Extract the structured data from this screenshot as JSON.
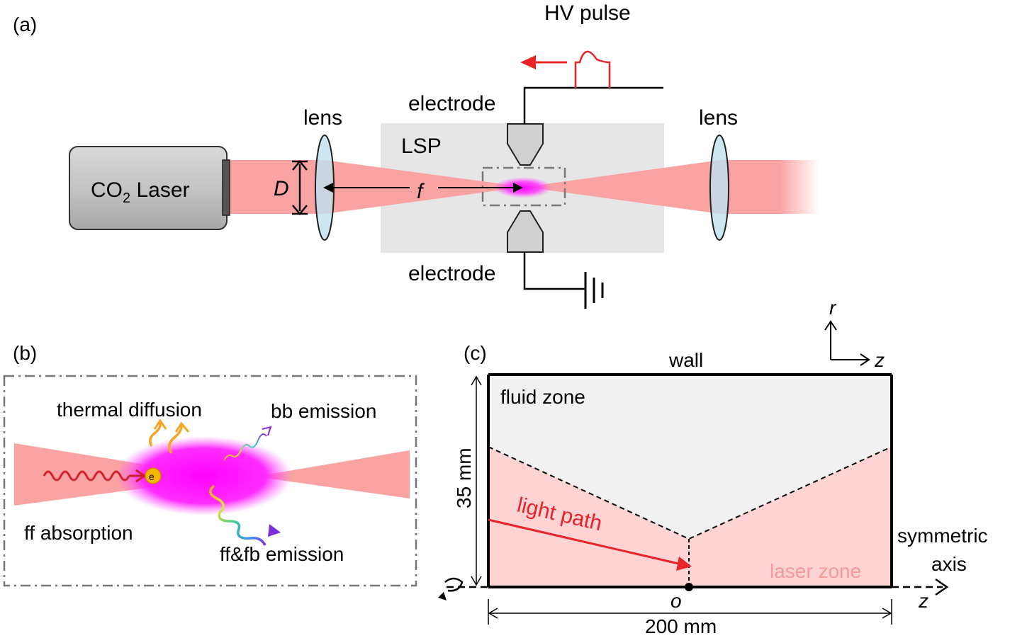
{
  "panel_a": {
    "tag": "(a)",
    "laser_label": "CO",
    "laser_label_sub": "2",
    "laser_label_rest": " Laser",
    "lens_left": "lens",
    "lens_right": "lens",
    "diameter": "D",
    "focal": "f",
    "chamber": "LSP",
    "electrode_top": "electrode",
    "electrode_bottom": "electrode",
    "hv_pulse": "HV pulse"
  },
  "panel_b": {
    "tag": "(b)",
    "thermal": "thermal diffusion",
    "bb": "bb emission",
    "ff_abs": "ff absorption",
    "fffb": "ff&fb emission",
    "electron": "e"
  },
  "panel_c": {
    "tag": "(c)",
    "wall": "wall",
    "fluid": "fluid zone",
    "light_path": "light path",
    "laser_zone": "laser zone",
    "height": "35 mm",
    "length": "200 mm",
    "sym1": "symmetric",
    "sym2": "axis",
    "origin": "o",
    "r_axis": "r",
    "z_axis": "z",
    "z_axis2": "z"
  },
  "colors": {
    "beam": "#f9a3a3",
    "plasma": "#ff00ff",
    "chamber": "#e6e6e6",
    "laser_zone": "#fdd3d3",
    "fluid_zone": "#f1f1f1",
    "lens": "#bfe1ee",
    "red": "#e8232a",
    "orange": "#f5a623"
  }
}
